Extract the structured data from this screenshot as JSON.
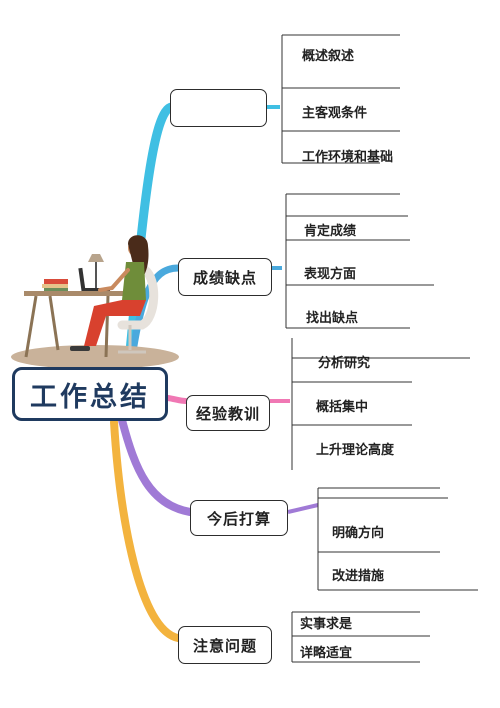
{
  "central_topic": "工作总结",
  "branches": [
    {
      "label": "",
      "color": "#3fbfe3",
      "children": [
        "概述叙述",
        "主客观条件",
        "工作环境和基础"
      ]
    },
    {
      "label": "成绩缺点",
      "color": "#4aa9dd",
      "children": [
        "肯定成绩",
        "表现方面",
        "找出缺点"
      ]
    },
    {
      "label": "经验教训",
      "color": "#f078b4",
      "children": [
        "分析研究",
        "概括集中",
        "上升理论高度"
      ]
    },
    {
      "label": "今后打算",
      "color": "#a07ad6",
      "children": [
        "明确方向",
        "改进措施"
      ]
    },
    {
      "label": "注意问题",
      "color": "#f3b33e",
      "children": [
        "实事求是",
        "详略适宜"
      ]
    }
  ]
}
